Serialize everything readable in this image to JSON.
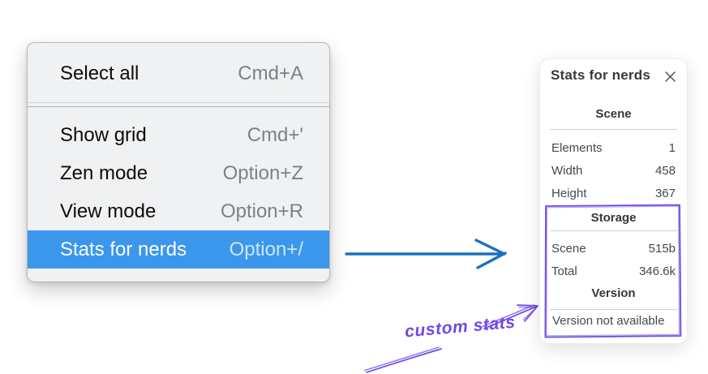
{
  "menu": {
    "items": [
      {
        "label": "Select all",
        "shortcut": "Cmd+A"
      },
      {
        "label": "Show grid",
        "shortcut": "Cmd+'"
      },
      {
        "label": "Zen mode",
        "shortcut": "Option+Z"
      },
      {
        "label": "View mode",
        "shortcut": "Option+R"
      },
      {
        "label": "Stats for nerds",
        "shortcut": "Option+/"
      }
    ],
    "highlighted_item": "Stats for nerds"
  },
  "panel": {
    "title": "Stats for nerds",
    "scene": {
      "heading": "Scene",
      "rows": [
        {
          "label": "Elements",
          "value": "1"
        },
        {
          "label": "Width",
          "value": "458"
        },
        {
          "label": "Height",
          "value": "367"
        }
      ]
    },
    "storage": {
      "heading": "Storage",
      "rows": [
        {
          "label": "Scene",
          "value": "515b"
        },
        {
          "label": "Total",
          "value": "346.6k"
        }
      ]
    },
    "version": {
      "heading": "Version",
      "note": "Version not available"
    }
  },
  "annotation": {
    "label": "custom stats"
  },
  "colors": {
    "menu_highlight_blue": "#3b97ec",
    "arrow_blue": "#1971c2",
    "annotation_purple": "#7048e8",
    "menu_background": "#f0f1f2",
    "panel_background": "#ffffff"
  }
}
